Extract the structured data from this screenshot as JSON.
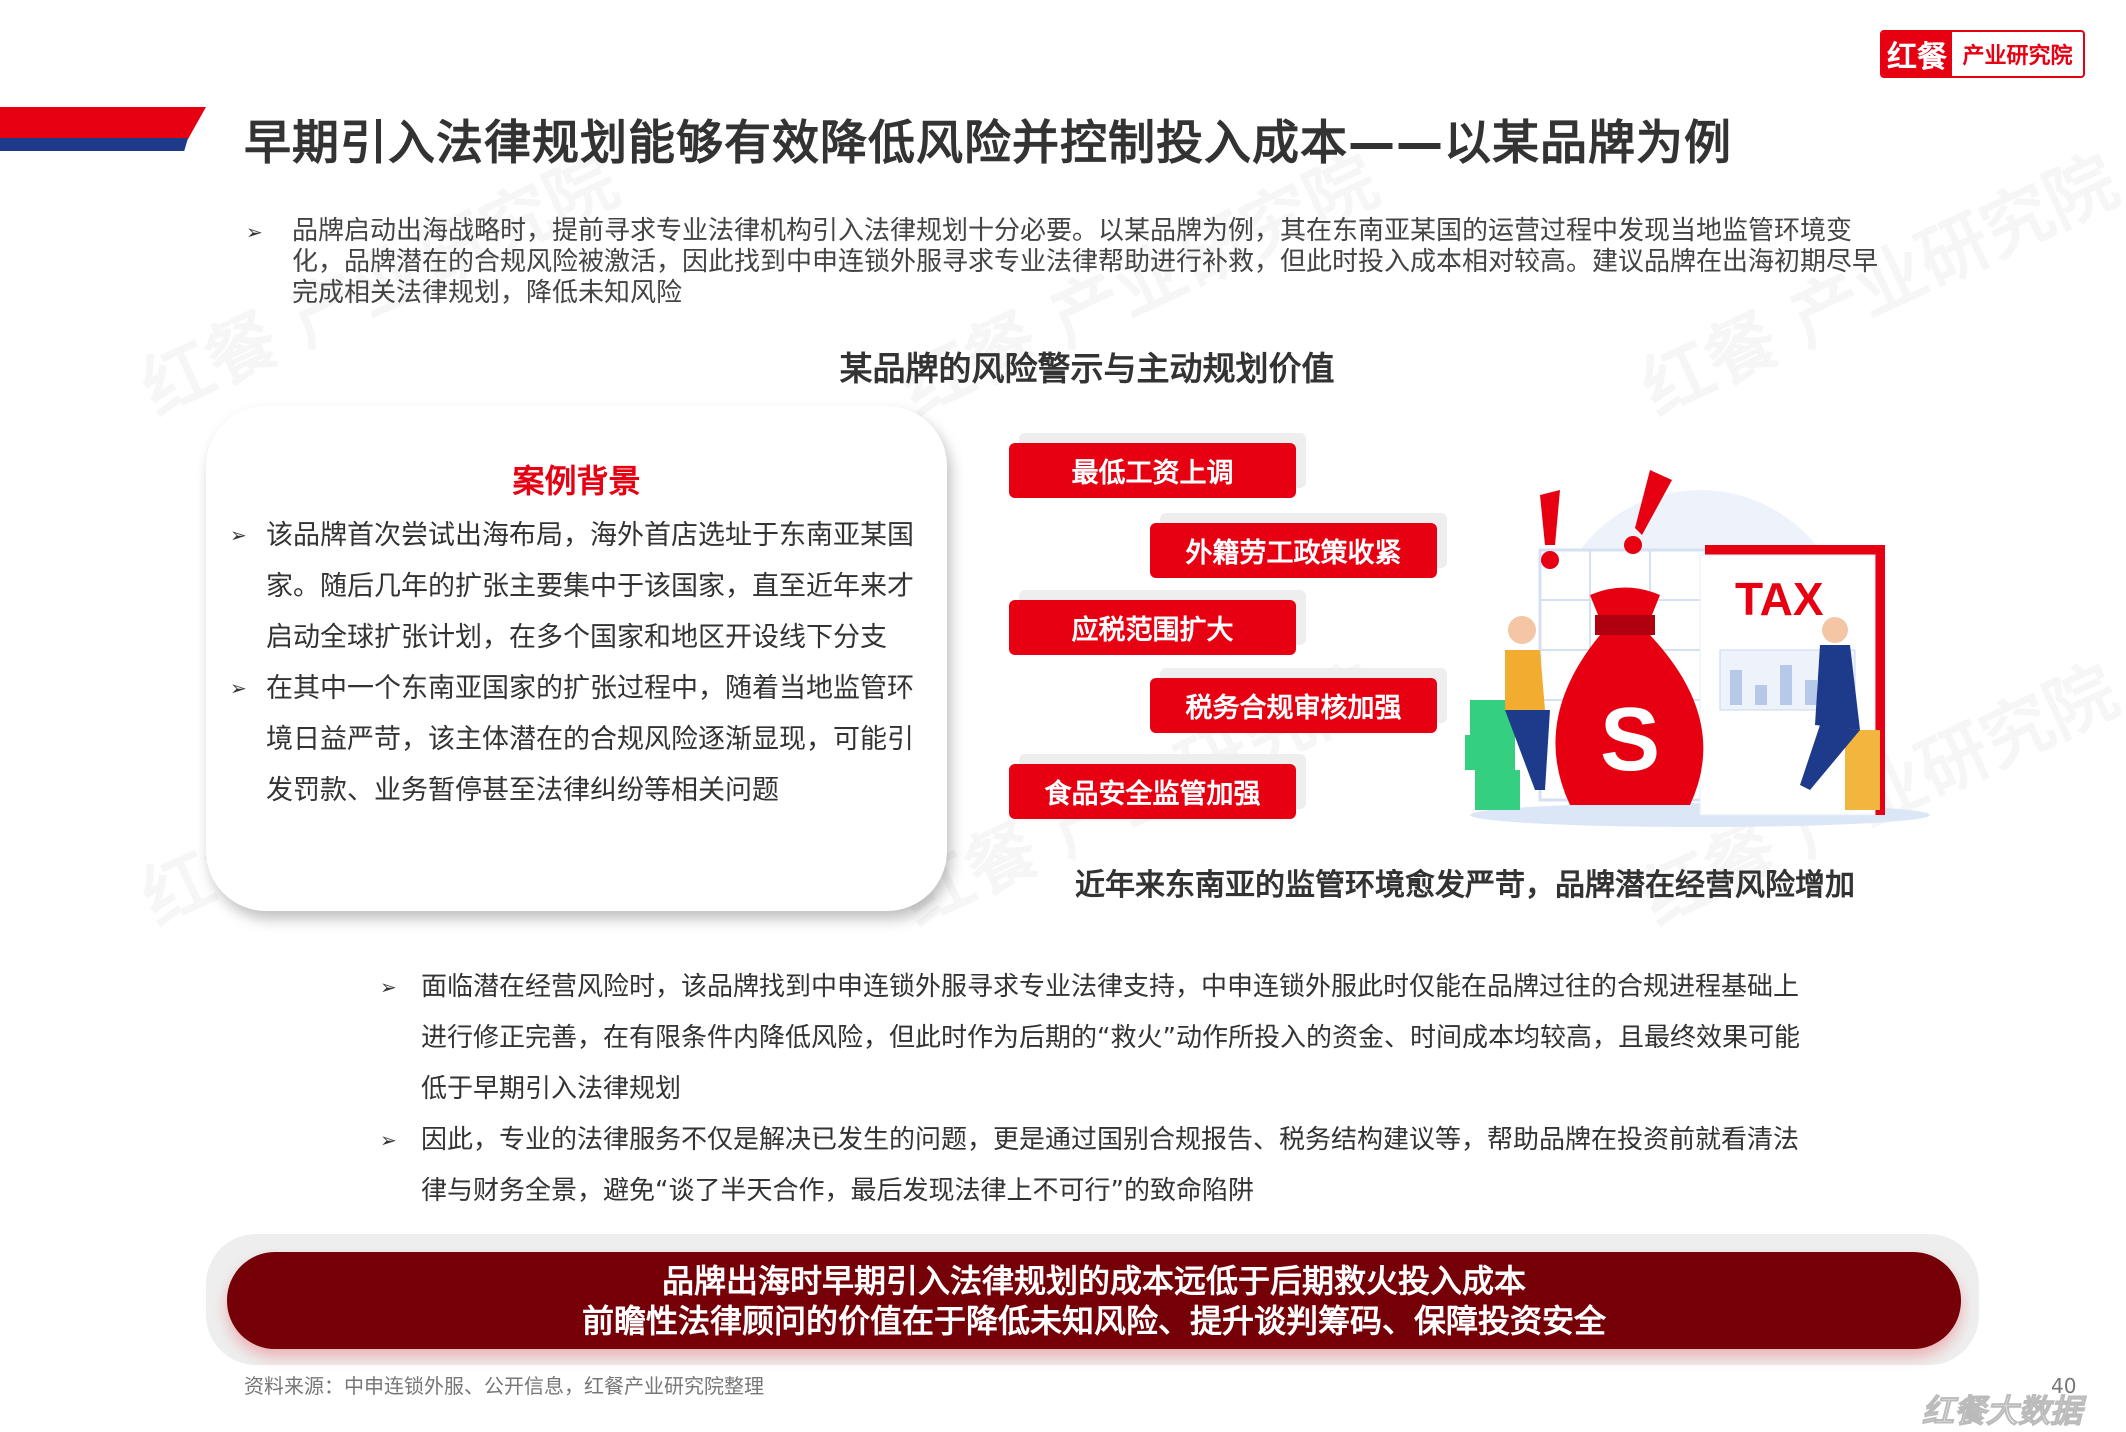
{
  "header": {
    "logo_left": "红餐",
    "logo_right": "产业研究院",
    "title": "早期引入法律规划能够有效降低风险并控制投入成本——以某品牌为例"
  },
  "intro": "品牌启动出海战略时，提前寻求专业法律机构引入法律规划十分必要。以某品牌为例，其在东南亚某国的运营过程中发现当地监管环境变化，品牌潜在的合规风险被激活，因此找到中申连锁外服寻求专业法律帮助进行补救，但此时投入成本相对较高。建议品牌在出海初期尽早完成相关法律规划，降低未知风险",
  "section_title": "某品牌的风险警示与主动规划价值",
  "case": {
    "heading": "案例背景",
    "items": [
      "该品牌首次尝试出海布局，海外首店选址于东南亚某国家。随后几年的扩张主要集中于该国家，直至近年来才启动全球扩张计划，在多个国家和地区开设线下分支",
      "在其中一个东南亚国家的扩张过程中，随着当地监管环境日益严苛，该主体潜在的合规风险逐渐显现，可能引发罚款、业务暂停甚至法律纠纷等相关问题"
    ]
  },
  "risks": [
    "最低工资上调",
    "外籍劳工政策收紧",
    "应税范围扩大",
    "税务合规审核加强",
    "食品安全监管加强"
  ],
  "illustration": {
    "tax_label": "TAX",
    "bag_symbol": "S"
  },
  "caption": "近年来东南亚的监管环境愈发严苛，品牌潜在经营风险增加",
  "lower": [
    "面临潜在经营风险时，该品牌找到中申连锁外服寻求专业法律支持，中申连锁外服此时仅能在品牌过往的合规进程基础上进行修正完善，在有限条件内降低风险，但此时作为后期的“救火”动作所投入的资金、时间成本均较高，且最终效果可能低于早期引入法律规划",
    "因此，专业的法律服务不仅是解决已发生的问题，更是通过国别合规报告、税务结构建议等，帮助品牌在投资前就看清法律与财务全景，避免“谈了半天合作，最后发现法律上不可行”的致命陷阱"
  ],
  "banner": {
    "line1": "品牌出海时早期引入法律规划的成本远低于后期救火投入成本",
    "line2": "前瞻性法律顾问的价值在于降低未知风险、提升谈判筹码、保障投资安全"
  },
  "source": "资料来源：中申连锁外服、公开信息，红餐产业研究院整理",
  "page_number": "40",
  "footer_logo": "红餐大数据",
  "bullet_glyph": "➢",
  "colors": {
    "red": "#e60012",
    "dark_red": "#750008",
    "blue": "#1e3a8a"
  }
}
